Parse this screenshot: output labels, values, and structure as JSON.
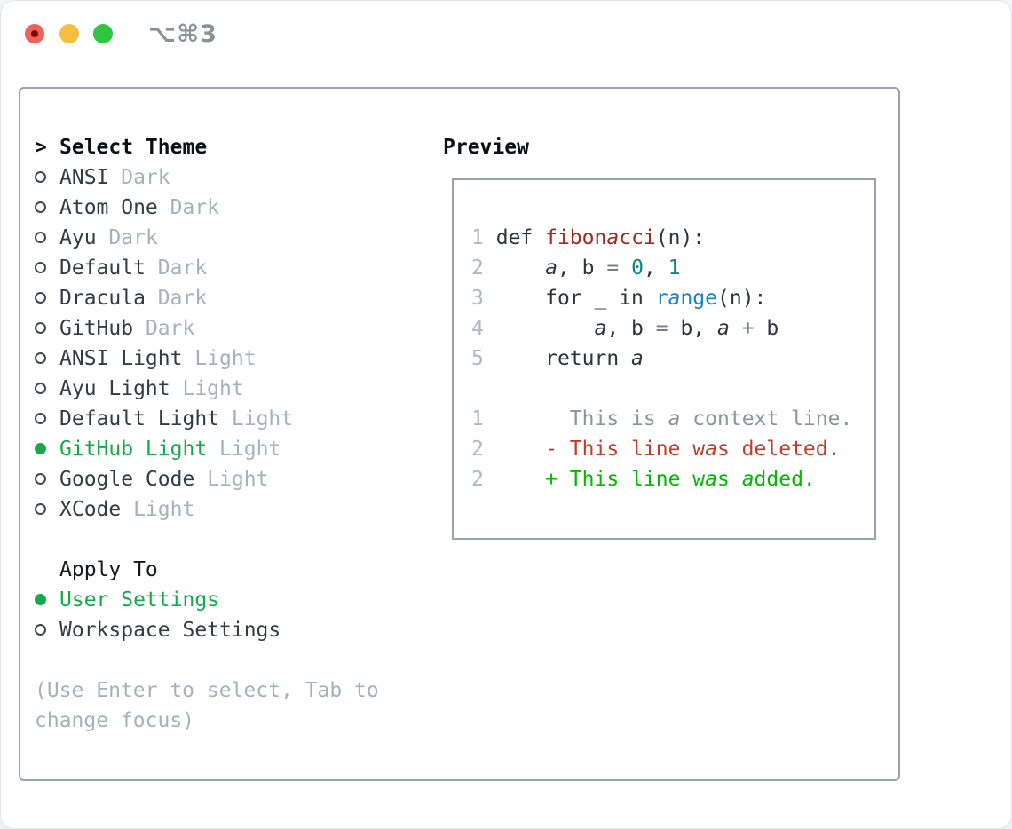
{
  "window": {
    "title": "⌥⌘3",
    "controls": [
      {
        "name": "close"
      },
      {
        "name": "minimize"
      },
      {
        "name": "zoom"
      }
    ]
  },
  "colors": {
    "accent_green": "#15AA49",
    "panel_border": "#9AA4B1",
    "radio_ring": "#42474F",
    "muted_gray": "#A7B1BE",
    "text_dark": "#363B43",
    "heading": "#0E1114",
    "traffic_red": "#F2605A",
    "traffic_yellow": "#F6BE40",
    "traffic_green": "#30C441",
    "syntax": {
      "code": "#2E343B",
      "func": "#A9261B",
      "num": "#0D8686",
      "builtin": "#1186C8",
      "op": "#757D87",
      "lineno": "#AFB8C4",
      "ctx": "#8D949D",
      "del": "#C53B28",
      "add": "#00BB00"
    }
  },
  "theme_picker": {
    "prompt": ">",
    "title": "Select Theme",
    "themes": [
      {
        "name": "ANSI",
        "tag": "Dark",
        "selected": false
      },
      {
        "name": "Atom One",
        "tag": "Dark",
        "selected": false
      },
      {
        "name": "Ayu",
        "tag": "Dark",
        "selected": false
      },
      {
        "name": "Default",
        "tag": "Dark",
        "selected": false
      },
      {
        "name": "Dracula",
        "tag": "Dark",
        "selected": false
      },
      {
        "name": "GitHub",
        "tag": "Dark",
        "selected": false
      },
      {
        "name": "ANSI Light",
        "tag": "Light",
        "selected": false
      },
      {
        "name": "Ayu Light",
        "tag": "Light",
        "selected": false
      },
      {
        "name": "Default Light",
        "tag": "Light",
        "selected": false
      },
      {
        "name": "GitHub Light",
        "tag": "Light",
        "selected": true
      },
      {
        "name": "Google Code",
        "tag": "Light",
        "selected": false
      },
      {
        "name": "XCode",
        "tag": "Light",
        "selected": false
      }
    ],
    "apply_to": {
      "title": "Apply To",
      "options": [
        {
          "label": "User Settings",
          "selected": true
        },
        {
          "label": "Workspace Settings",
          "selected": false
        }
      ]
    },
    "hint_lines": [
      "(Use Enter to select, Tab to",
      "change focus)"
    ]
  },
  "preview": {
    "title": "Preview",
    "lines": [
      {
        "num": "1",
        "segs": [
          [
            "def ",
            "code"
          ],
          [
            "fibonacci",
            "func"
          ],
          [
            "(n):",
            "code"
          ]
        ]
      },
      {
        "num": "2",
        "segs": [
          [
            "    a, b ",
            "code"
          ],
          [
            "=",
            "op"
          ],
          [
            " ",
            "code"
          ],
          [
            "0",
            "num"
          ],
          [
            ", ",
            "code"
          ],
          [
            "1",
            "num"
          ]
        ]
      },
      {
        "num": "3",
        "segs": [
          [
            "    for _ in ",
            "code"
          ],
          [
            "range",
            "builtin"
          ],
          [
            "(n):",
            "code"
          ]
        ]
      },
      {
        "num": "4",
        "segs": [
          [
            "        a, b ",
            "code"
          ],
          [
            "=",
            "op"
          ],
          [
            " b, a ",
            "code"
          ],
          [
            "+",
            "op"
          ],
          [
            " b",
            "code"
          ]
        ]
      },
      {
        "num": "5",
        "segs": [
          [
            "    return a",
            "code"
          ]
        ]
      },
      {
        "num": "",
        "segs": []
      },
      {
        "num": "1",
        "segs": [
          [
            "      This is a context line.",
            "ctx"
          ]
        ]
      },
      {
        "num": "2",
        "segs": [
          [
            "    - This line was deleted.",
            "del"
          ]
        ]
      },
      {
        "num": "2",
        "segs": [
          [
            "    + This line was added.",
            "add"
          ]
        ]
      }
    ]
  }
}
